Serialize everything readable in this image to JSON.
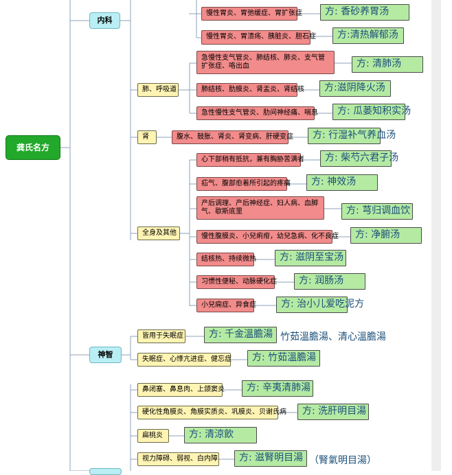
{
  "root": "龚氏名方",
  "categories": {
    "neike": "内科",
    "shenzhi": "神智"
  },
  "subs": {
    "fei": "肺、呼吸道",
    "shen": "肾",
    "quanshen": "全身及其他",
    "shimian": "皆用于失眠症",
    "shimian2": "失眠症、心悸亢进症、健忘症",
    "bi": "鼻闭塞、鼻息肉、上颌窦炎",
    "jiaomo": "硬化性角膜炎、角膜实质炎、巩膜炎、贝谢氏病",
    "biantao": "扁桃炎",
    "shili": "视力障碍、弱视、白内障"
  },
  "symptoms": {
    "s1": "慢性胃炎、胃弛缓症、胃扩张症",
    "s2": "慢性胃炎、胃溃疡、胰脏炎、胆石症",
    "s3": "急慢性支气管炎、肺结核、肺炎、支气管扩张症、咯出血",
    "s4": "肺结核、肋膜炎、肾盂炎、肾结核",
    "s5": "急性慢性支气管炎、肋间神经痛、喘息",
    "s6": "腹水、鼓胀、肾炎、肾变病、肝硬变症",
    "s7": "心下部稍有抵抗，兼有胸胁苦满者",
    "s8": "疝气、腹部愈着所引起的疼痛",
    "s9": "产后调理、产后神经症、妇人病、血脚气、歇斯底里",
    "s10": "慢性腹膜炎、小兒痢疳，幼兒急病、化不良症",
    "s11": "结核热、持续微热",
    "s12": "习惯性便秘、动脉硬化症",
    "s13": "小兒痫症、异食症"
  },
  "prescriptions": {
    "r1": "方: 香砂养胃汤",
    "r2": "方:清热解郁汤",
    "r3": "方:   清肺汤",
    "r4": "方:滋阴降火汤",
    "r5": "方: 瓜蒌知积实汤",
    "r6": "方: 行湿补气养血汤",
    "r7": "方:   柴芍六君子汤",
    "r8": "方: 神效汤",
    "r9": "方:  芎归调血饮",
    "r10": "方: 净腑汤",
    "r11": "方:   滋阴至宝汤",
    "r12": "方:   润肠汤",
    "r13": "方: 治小儿爱吃泥方",
    "r14": "方: 千金溫膽湯",
    "r15": "方:      竹茹溫膽湯",
    "r16": "方: 辛夷清肺湯",
    "r17": "方: 洗肝明目湯",
    "r18": "方:   清涼飲",
    "r19": "方: 滋腎明目湯"
  },
  "extras": {
    "e14": "竹茹溫膽湯、清心溫膽湯",
    "e19": "（腎氣明目湯）"
  },
  "colors": {
    "root": "#22a82a",
    "category": "#b9eef4",
    "sub": "#fff4b3",
    "symptom": "#f28b8b",
    "prescription": "#b5eaa3",
    "line": "#8ea3b8"
  }
}
